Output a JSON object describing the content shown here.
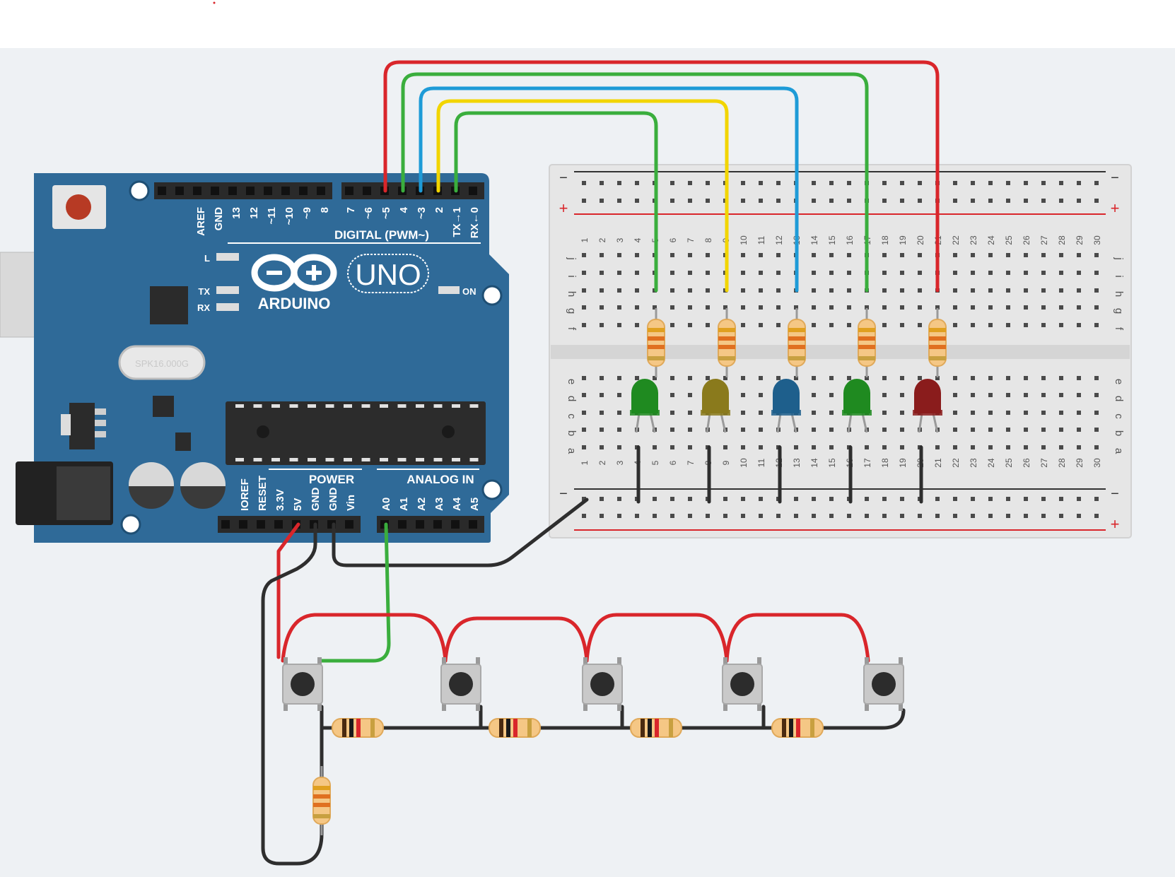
{
  "arduino": {
    "brand": "ARDUINO",
    "model": "UNO",
    "digital_header": "DIGITAL (PWM~)",
    "power_header": "POWER",
    "analog_header": "ANALOG IN",
    "led_l": "L",
    "led_tx": "TX",
    "led_rx": "RX",
    "led_on": "ON",
    "crystal": "SPK16.000G",
    "digital_left_pins": [
      "AREF",
      "GND",
      "13",
      "12",
      "~11",
      "~10",
      "~9",
      "8"
    ],
    "digital_right_pins": [
      "7",
      "~6",
      "~5",
      "4",
      "~3",
      "2",
      "TX→1",
      "RX←0"
    ],
    "power_pins": [
      "IOREF",
      "RESET",
      "3.3V",
      "5V",
      "GND",
      "GND",
      "Vin"
    ],
    "analog_pins": [
      "A0",
      "A1",
      "A2",
      "A3",
      "A4",
      "A5"
    ]
  },
  "breadboard": {
    "rail_minus": "−",
    "rail_plus": "+",
    "top_row_letters": [
      "j",
      "i",
      "h",
      "g",
      "f"
    ],
    "bottom_row_letters": [
      "e",
      "d",
      "c",
      "b",
      "a"
    ],
    "column_numbers": [
      "1",
      "2",
      "3",
      "4",
      "5",
      "6",
      "7",
      "8",
      "9",
      "10",
      "11",
      "12",
      "13",
      "14",
      "15",
      "16",
      "17",
      "18",
      "19",
      "20",
      "21",
      "22",
      "23",
      "24",
      "25",
      "26",
      "27",
      "28",
      "29",
      "30"
    ]
  },
  "colors": {
    "board_blue": "#2f6a98",
    "wire_red": "#d9262b",
    "wire_green": "#3aae3d",
    "wire_blue": "#1e9bd7",
    "wire_yellow": "#f2d500",
    "wire_black": "#2e2e2e",
    "led_green": "#1f8a20",
    "led_yellow": "#8a7a1c",
    "led_blue": "#1e5f8c",
    "led_red": "#8a1c1c"
  },
  "leds": [
    {
      "name": "led-green-1",
      "color": "#1f8a20"
    },
    {
      "name": "led-yellow",
      "color": "#8a7a1c"
    },
    {
      "name": "led-blue",
      "color": "#1e5f8c"
    },
    {
      "name": "led-green-2",
      "color": "#1f8a20"
    },
    {
      "name": "led-red",
      "color": "#8a1c1c"
    }
  ]
}
